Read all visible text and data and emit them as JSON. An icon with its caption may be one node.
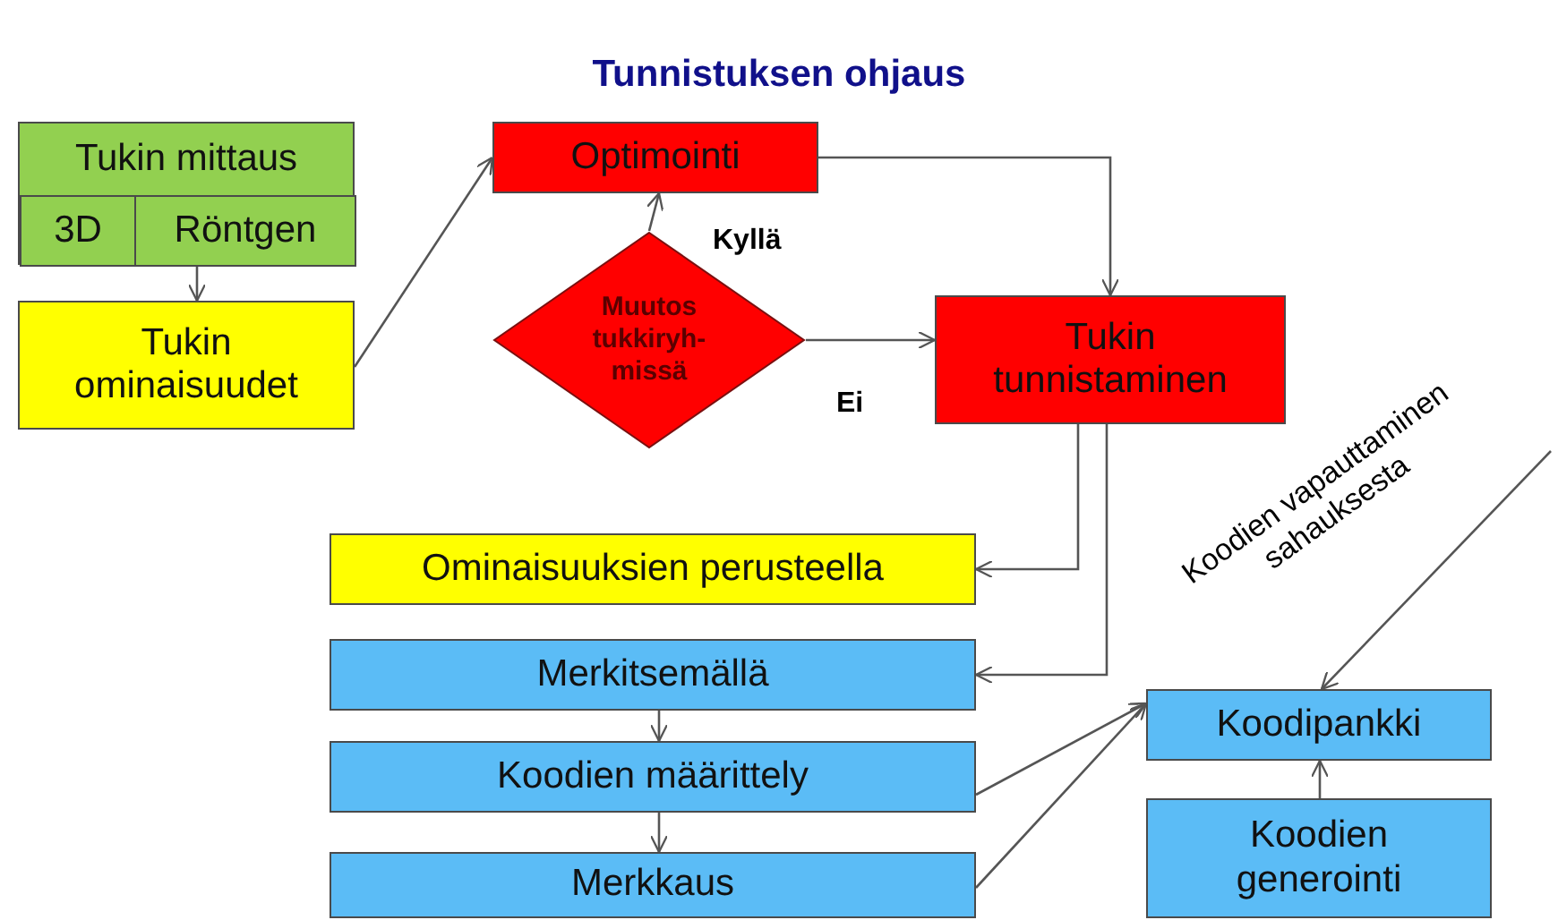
{
  "diagram": {
    "title": "Tunnistuksen ohjaus",
    "nodes": [
      {
        "text": [
          "Tukin mittaus"
        ]
      },
      {
        "text": [
          "3D"
        ],
        "in": 0
      },
      {
        "text": [
          "Röntgen"
        ],
        "in": 0
      },
      {
        "text": [
          "Tukin ominaisuudet"
        ]
      },
      {
        "text": [
          "Optimointi"
        ]
      },
      {
        "text": [
          "Muutos tukkiryh- missä"
        ]
      },
      {
        "text": [
          "Tukin tunnistaminen"
        ]
      },
      {
        "text": [
          "Ominaisuuksien perusteella"
        ]
      },
      {
        "text": [
          "Merkitsemällä"
        ]
      },
      {
        "text": [
          "Koodien määrittely"
        ]
      },
      {
        "text": [
          "Merkkaus"
        ]
      },
      {
        "text": [
          "Koodipankki"
        ]
      },
      {
        "text": [
          "Koodien generointi"
        ]
      }
    ],
    "edges": [
      {
        "from": 0,
        "to": 3,
        "arrow": "to"
      },
      {
        "from": 3,
        "to": 4,
        "arrow": "to"
      },
      {
        "from": 5,
        "to": 4,
        "arrow": "to",
        "label": "Kyllä"
      },
      {
        "from": 5,
        "to": 6,
        "arrow": "to",
        "label": "Ei"
      },
      {
        "from": 4,
        "to": 6,
        "arrow": "to"
      },
      {
        "from": 6,
        "to": 7,
        "arrow": "to"
      },
      {
        "from": 6,
        "to": 8,
        "arrow": "to"
      },
      {
        "from": 8,
        "to": 9,
        "arrow": "to"
      },
      {
        "from": 9,
        "to": 10,
        "arrow": "to"
      },
      {
        "from": 9,
        "to": 11,
        "arrow": "to"
      },
      {
        "from": 10,
        "to": 11,
        "arrow": "to"
      },
      {
        "from": 12,
        "to": 11,
        "arrow": "to"
      },
      {
        "from": null,
        "to": 11,
        "arrow": "to",
        "label": "Koodien vapauttaminen sahauksesta"
      }
    ]
  }
}
